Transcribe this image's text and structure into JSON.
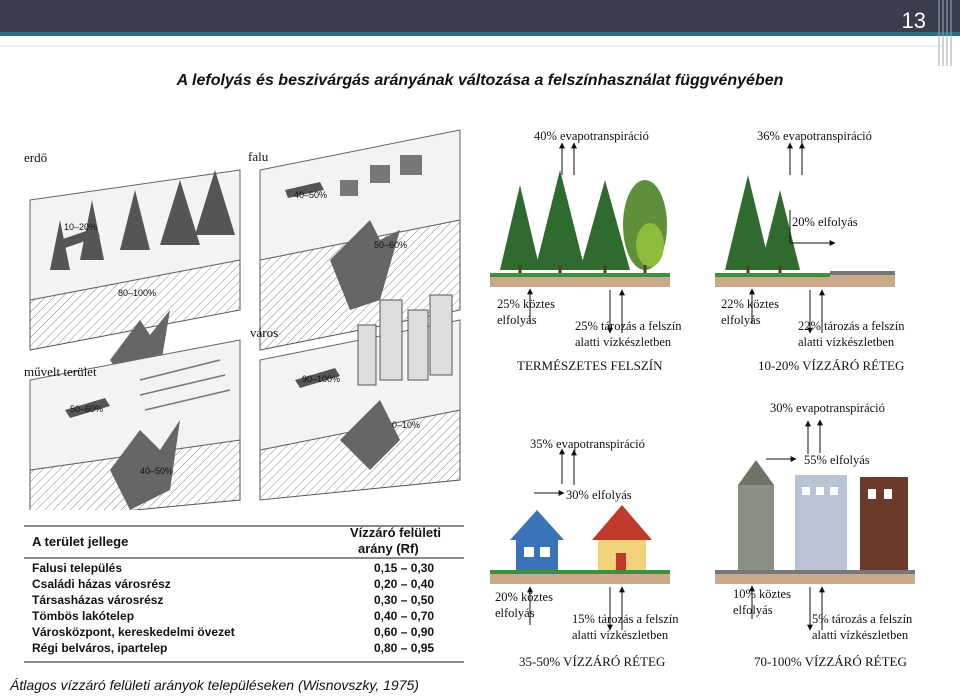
{
  "slide_number": "13",
  "title": "A lefolyás és beszivárgás arányának változása a felszínhasználat függvényében",
  "left_illustrations": {
    "labels": {
      "forest": "erdő",
      "village": "falu",
      "city": "város",
      "cultivated": "művelt terület"
    },
    "percentages": {
      "forest_runoff": "10–20%",
      "forest_infiltration": "80–100%",
      "village_runoff": "40–50%",
      "village_infiltration": "50–60%",
      "city_runoff": "90–100%",
      "city_infiltration": "0–10%",
      "cultivated_runoff": "50–60%",
      "cultivated_infiltration": "40–50%"
    }
  },
  "table": {
    "header_type": "A terület jellege",
    "header_ratio_line1": "Vízzáró felületi",
    "header_ratio_line2": "arány (Rf)",
    "rows": [
      {
        "type": "Falusi település",
        "ratio": "0,15 – 0,30"
      },
      {
        "type": "Családi házas városrész",
        "ratio": "0,20 – 0,40"
      },
      {
        "type": "Társasházas városrész",
        "ratio": "0,30 – 0,50"
      },
      {
        "type": "Tömbös lakótelep",
        "ratio": "0,40 – 0,70"
      },
      {
        "type": "Városközpont, kereskedelmi övezet",
        "ratio": "0,60 – 0,90"
      },
      {
        "type": "Régi belváros, ipartelep",
        "ratio": "0,80 – 0,95"
      }
    ]
  },
  "panels": {
    "natural": {
      "evap": "40% evapotranspiráció",
      "shallow_line1": "25% köztes",
      "shallow_line2": "elfolyás",
      "deep_line1": "25% tározás a felszín",
      "deep_line2": "alatti vízkészletben",
      "caption": "TERMÉSZETES FELSZÍN"
    },
    "p10_20": {
      "evap": "36% evapotranspiráció",
      "runoff": "20% elfolyás",
      "shallow_line1": "22% köztes",
      "shallow_line2": "elfolyás",
      "deep_line1": "22% tározás a felszín",
      "deep_line2": "alatti vízkészletben",
      "caption": "10-20% VÍZZÁRÓ RÉTEG"
    },
    "p35_50": {
      "evap": "35% evapotranspiráció",
      "runoff": "30% elfolyás",
      "shallow_line1": "20% köztes",
      "shallow_line2": "elfolyás",
      "deep_line1": "15% tározás a felszín",
      "deep_line2": "alatti vízkészletben",
      "caption": "35-50% VÍZZÁRÓ RÉTEG"
    },
    "p75_100": {
      "evap": "30% evapotranspiráció",
      "runoff": "55% elfolyás",
      "shallow_line1": "10% köztes",
      "shallow_line2": "elfolyás",
      "deep_line1": "5% tározás a felszín",
      "deep_line2": "alatti vízkészletben",
      "caption": "70-100% VÍZZÁRÓ RÉTEG"
    }
  },
  "footnote": "Átlagos vízzáró felületi arányok településeken (Wisnovszky, 1975)",
  "colors": {
    "topbar": "#3a3d4e",
    "accent": "#2c6f80",
    "tree": "#2f6b2f",
    "ground": "#c9a98a",
    "house_blue": "#3b73b8",
    "house_yellow": "#f1d27a"
  }
}
